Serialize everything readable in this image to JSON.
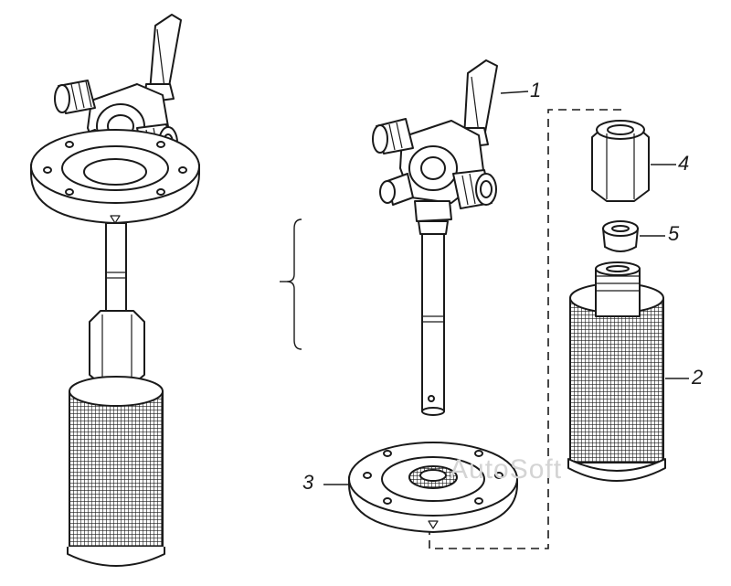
{
  "callouts": {
    "part_1": "1",
    "part_2": "2",
    "part_3": "3",
    "part_4": "4",
    "part_5": "5"
  },
  "watermark": "AutoSoft",
  "colors": {
    "ink": "#1a1a1a",
    "paper": "#ffffff",
    "watermark": "#d4d4d4"
  },
  "icons": {
    "flange_marker": "triangle-down"
  }
}
